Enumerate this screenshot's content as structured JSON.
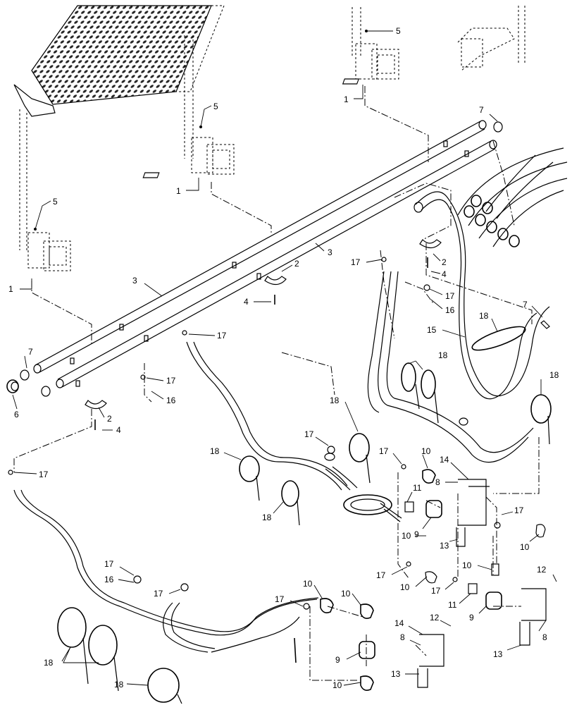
{
  "callouts": [
    {
      "n": "1"
    },
    {
      "n": "1"
    },
    {
      "n": "1"
    },
    {
      "n": "2"
    },
    {
      "n": "2"
    },
    {
      "n": "2"
    },
    {
      "n": "3"
    },
    {
      "n": "3"
    },
    {
      "n": "4"
    },
    {
      "n": "4"
    },
    {
      "n": "4"
    },
    {
      "n": "5"
    },
    {
      "n": "5"
    },
    {
      "n": "5"
    },
    {
      "n": "6"
    },
    {
      "n": "7"
    },
    {
      "n": "7"
    },
    {
      "n": "7"
    },
    {
      "n": "8"
    },
    {
      "n": "8"
    },
    {
      "n": "8"
    },
    {
      "n": "9"
    },
    {
      "n": "9"
    },
    {
      "n": "9"
    },
    {
      "n": "10"
    },
    {
      "n": "10"
    },
    {
      "n": "10"
    },
    {
      "n": "10"
    },
    {
      "n": "10"
    },
    {
      "n": "10"
    },
    {
      "n": "10"
    },
    {
      "n": "10"
    },
    {
      "n": "11"
    },
    {
      "n": "11"
    },
    {
      "n": "12"
    },
    {
      "n": "12"
    },
    {
      "n": "13"
    },
    {
      "n": "13"
    },
    {
      "n": "13"
    },
    {
      "n": "14"
    },
    {
      "n": "14"
    },
    {
      "n": "15"
    },
    {
      "n": "16"
    },
    {
      "n": "16"
    },
    {
      "n": "16"
    },
    {
      "n": "17"
    },
    {
      "n": "17"
    },
    {
      "n": "17"
    },
    {
      "n": "17"
    },
    {
      "n": "17"
    },
    {
      "n": "17"
    },
    {
      "n": "17"
    },
    {
      "n": "17"
    },
    {
      "n": "17"
    },
    {
      "n": "17"
    },
    {
      "n": "17"
    },
    {
      "n": "17"
    },
    {
      "n": "17"
    },
    {
      "n": "18"
    },
    {
      "n": "18"
    },
    {
      "n": "18"
    },
    {
      "n": "18"
    },
    {
      "n": "18"
    },
    {
      "n": "18"
    },
    {
      "n": "18"
    }
  ],
  "colors": {
    "line": "#000000",
    "background": "#ffffff"
  }
}
